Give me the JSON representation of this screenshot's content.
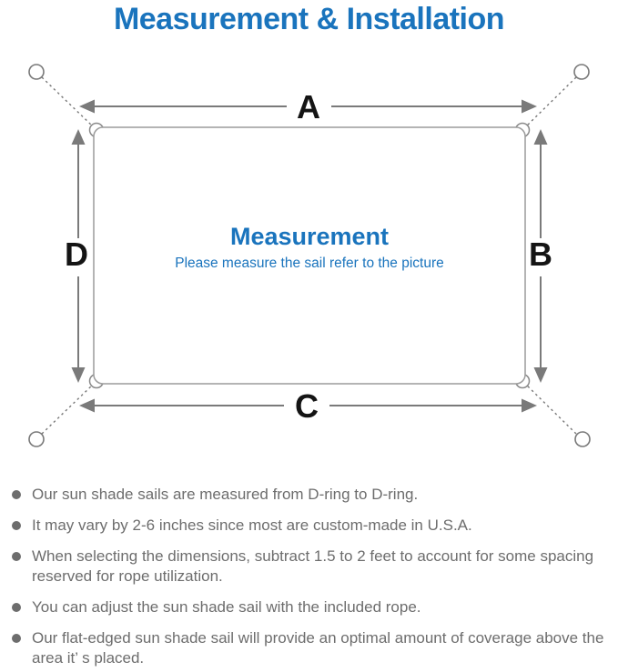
{
  "page": {
    "title": "Measurement & Installation"
  },
  "diagram": {
    "labels": {
      "top": "A",
      "right": "B",
      "bottom": "C",
      "left": "D"
    },
    "center_heading": "Measurement",
    "center_caption": "Please measure the sail refer to the picture",
    "icons": {
      "corner_rings": "d-ring-icon",
      "outer_circles": "anchor-point-icon",
      "ropes": "dashed-rope-line"
    }
  },
  "notes": {
    "items": [
      "Our sun shade sails are measured from D-ring to D-ring.",
      "It may vary by 2-6 inches since most are custom-made in U.S.A.",
      "When selecting the dimensions, subtract 1.5 to 2 feet to account for some spacing reserved for rope utilization.",
      "You can adjust the sun shade sail with the included rope.",
      "Our flat-edged sun shade sail will provide an optimal amount of coverage above the area it’ s placed."
    ]
  },
  "colors": {
    "accent_blue": "#1a74bd",
    "note_gray": "#6d6d6d",
    "line_gray": "#7a7a7a",
    "sail_border_gray": "#9c9c9c",
    "label_black": "#141414"
  }
}
